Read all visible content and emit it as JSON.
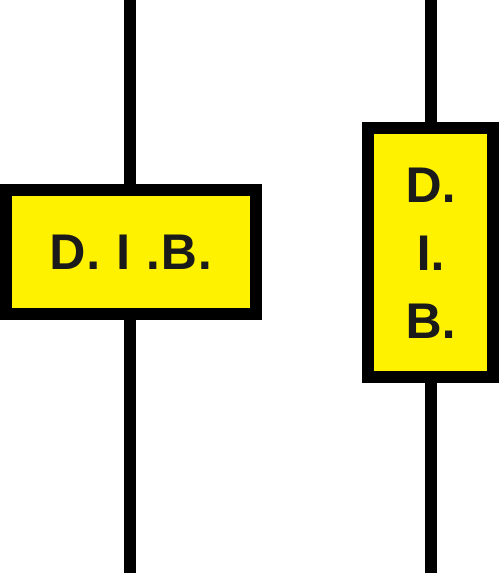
{
  "colors": {
    "sign_fill": "#FFF200",
    "sign_border": "#000000",
    "post": "#000000",
    "text": "#1a1a1a",
    "background": "#FFFFFF"
  },
  "sign_horizontal": {
    "text": "D. I .B."
  },
  "sign_vertical": {
    "lines": [
      "D.",
      "I.",
      "B."
    ]
  }
}
